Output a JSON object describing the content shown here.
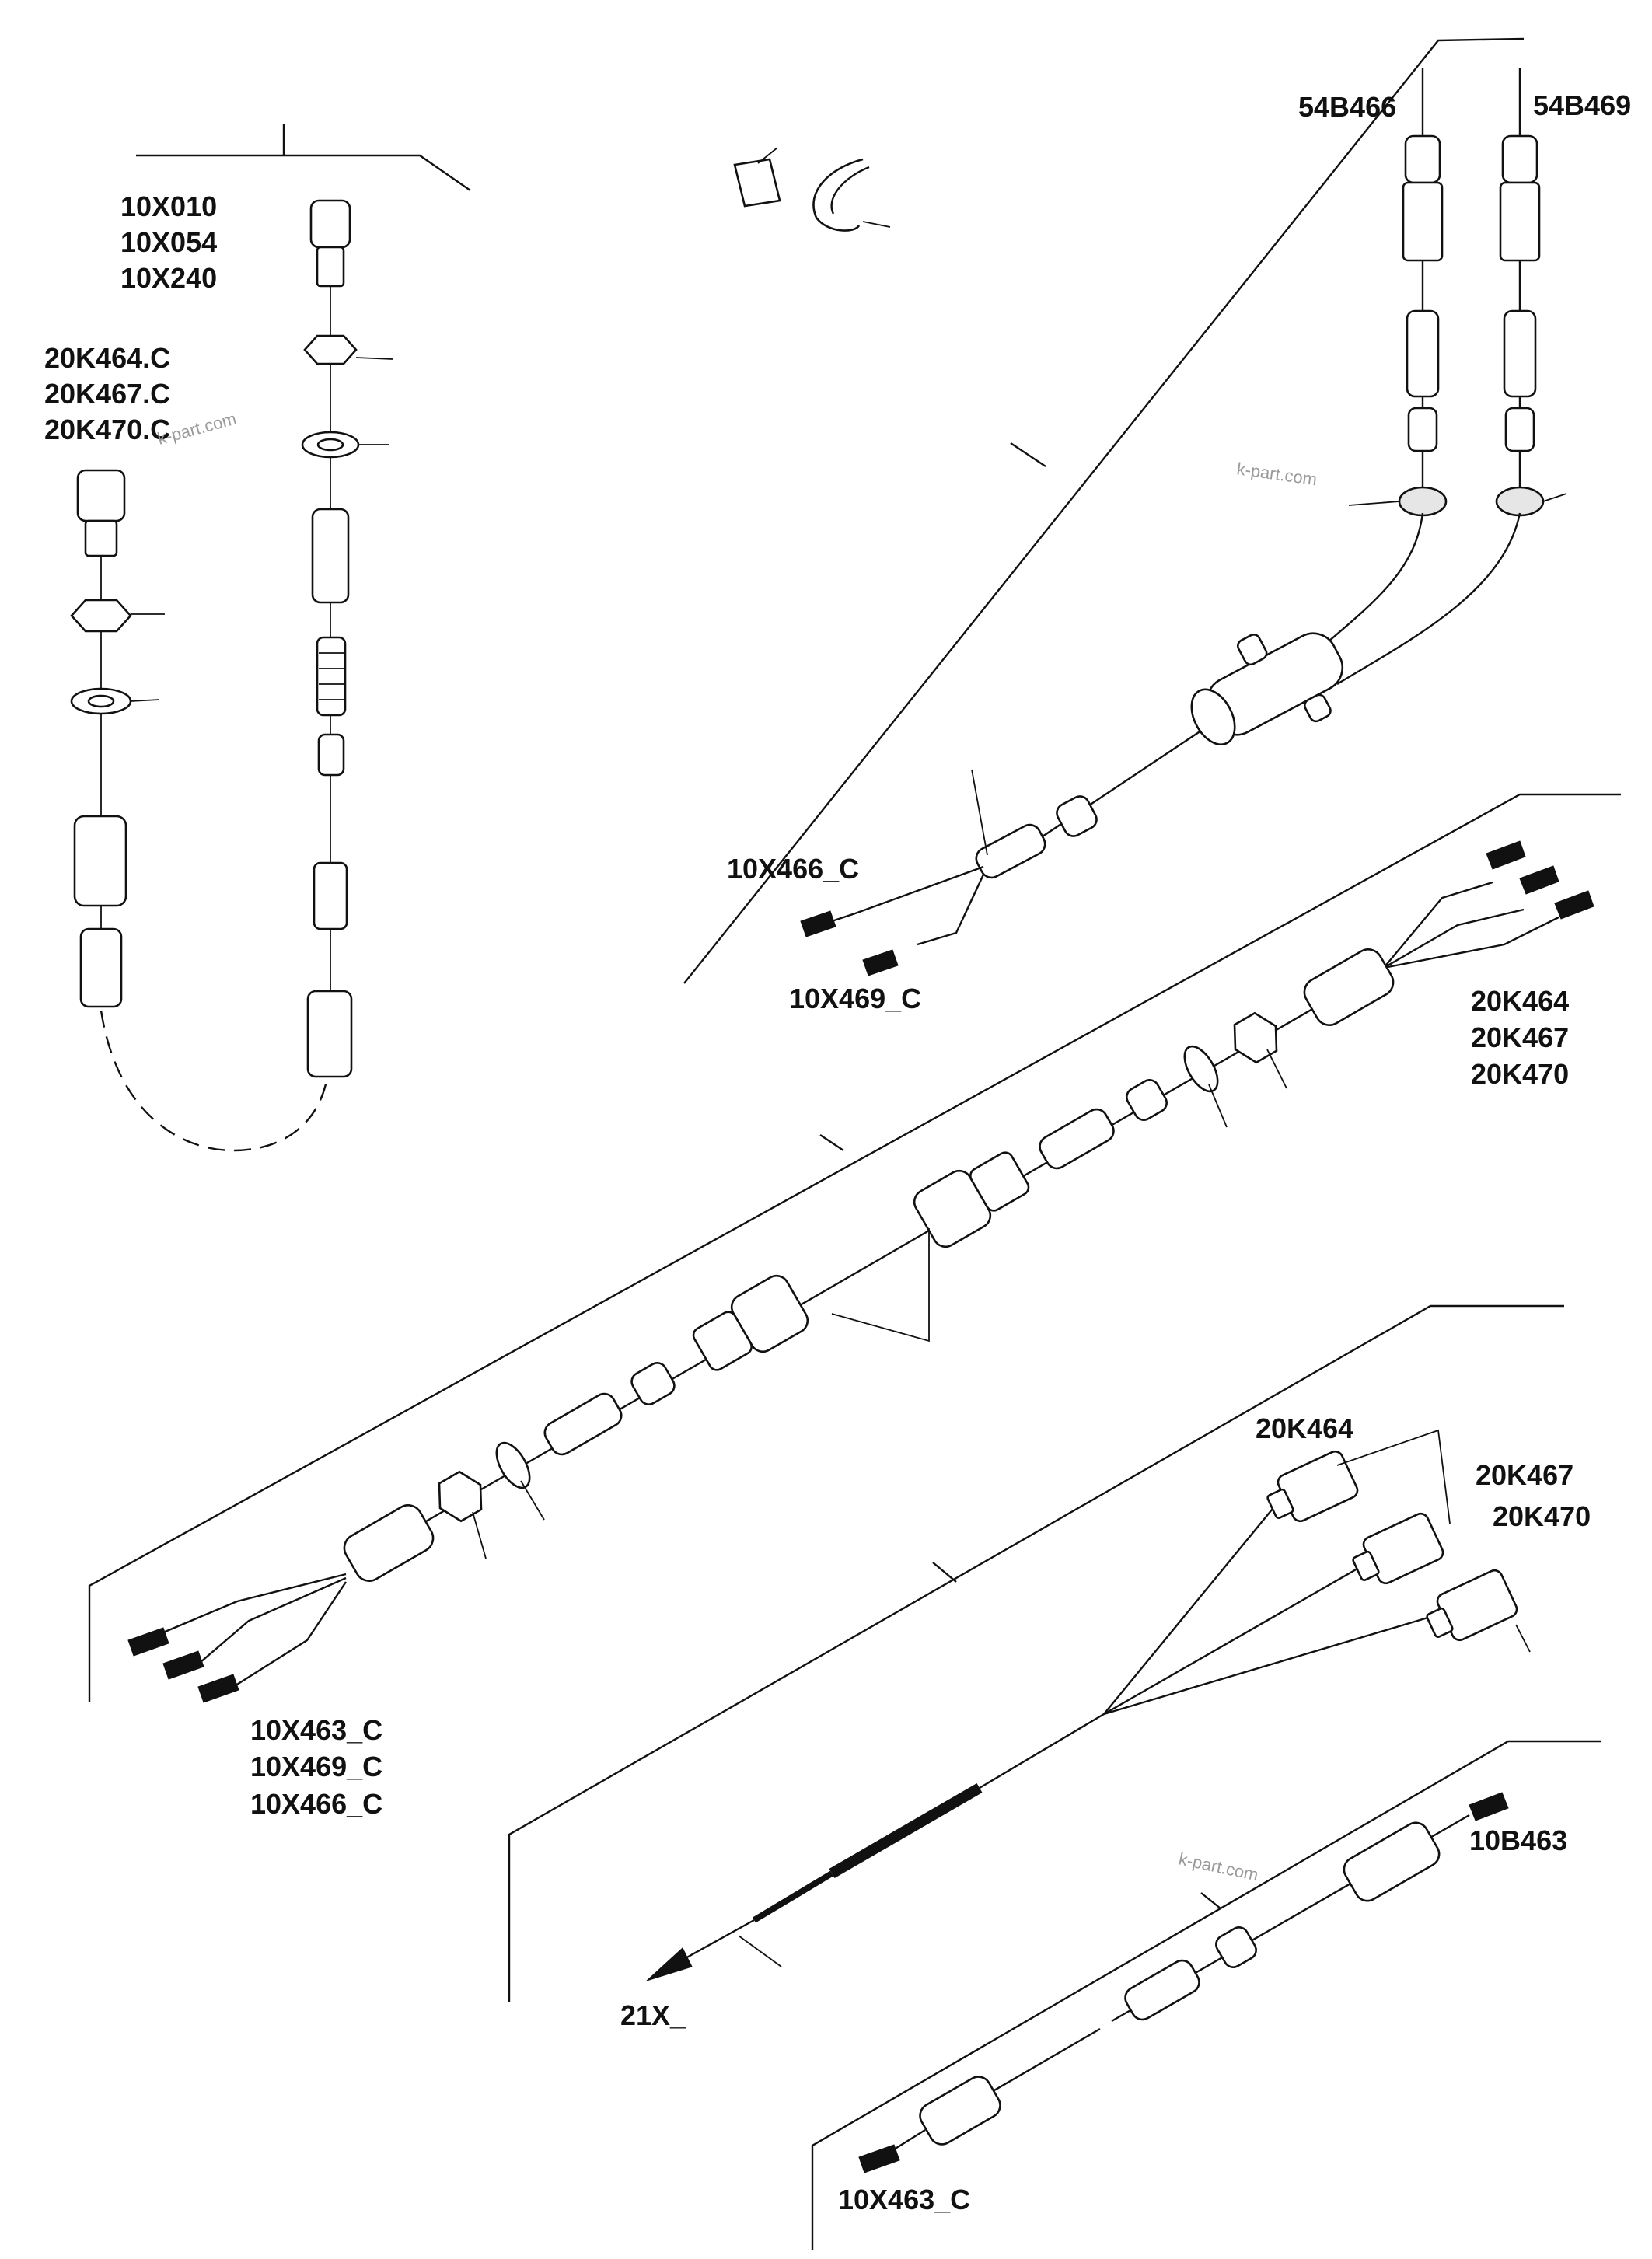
{
  "labels": {
    "group_10x": [
      "10X010",
      "10X054",
      "10X240"
    ],
    "group_20kc": [
      "20K464.C",
      "20K467.C",
      "20K470.C"
    ],
    "label_54b466": "54B466",
    "label_54b469": "54B469",
    "label_10x466c": "10X466_C",
    "label_10x469c": "10X469_C",
    "group_20k_mid": [
      "20K464",
      "20K467",
      "20K470"
    ],
    "group_10x_bottom": [
      "10X463_C",
      "10X469_C",
      "10X466_C"
    ],
    "label_20k464_plug": "20K464",
    "label_20k467_plug": "20K467",
    "label_20k470_plug": "20K470",
    "label_10b463": "10B463",
    "label_21x": "21X_",
    "label_10x463c_bottom": "10X463_C"
  },
  "watermarks": [
    "k-part.com",
    "k-part.com",
    "k-part.com"
  ],
  "colors": {
    "line": "#111111",
    "background": "#ffffff",
    "watermark": "#9a9a9a"
  }
}
